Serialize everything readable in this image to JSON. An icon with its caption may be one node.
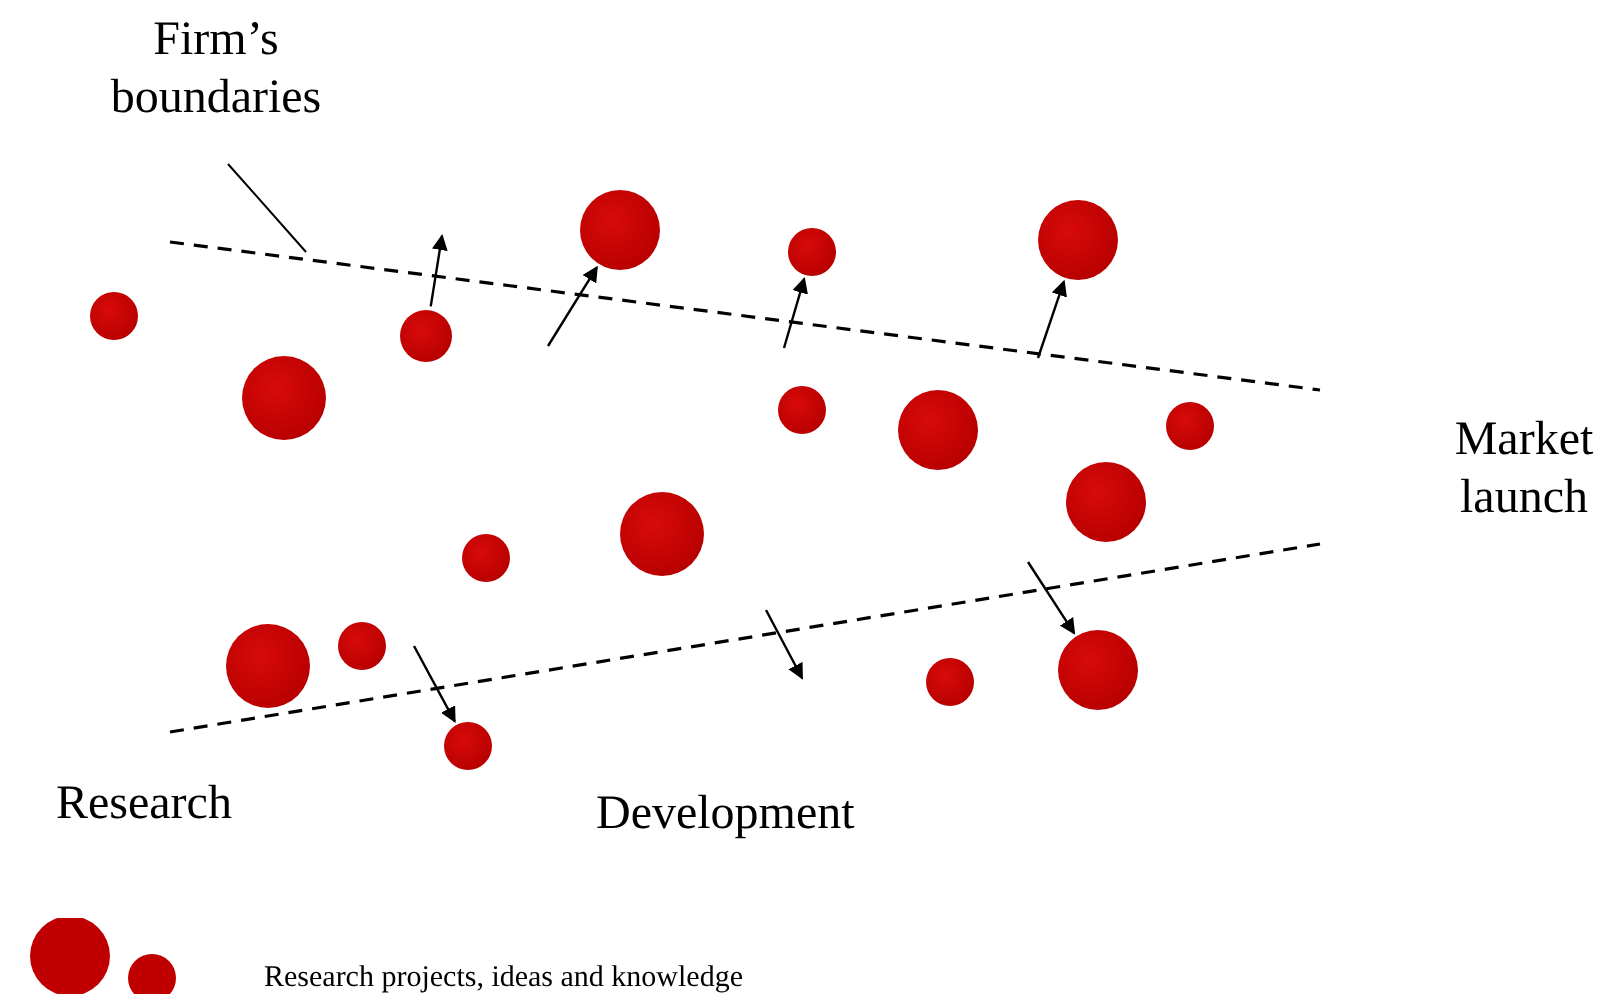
{
  "diagram": {
    "nodes": [
      {
        "text": [
          "Firm’s boundaries"
        ]
      },
      {
        "text": [],
        "shape": "circle"
      },
      {
        "text": [],
        "shape": "circle"
      },
      {
        "text": [],
        "shape": "circle"
      },
      {
        "text": [],
        "shape": "circle"
      },
      {
        "text": [],
        "shape": "circle"
      },
      {
        "text": [],
        "shape": "circle"
      },
      {
        "text": [],
        "shape": "circle"
      },
      {
        "text": [],
        "shape": "circle"
      },
      {
        "text": [],
        "shape": "circle"
      },
      {
        "text": [],
        "shape": "circle"
      },
      {
        "text": [],
        "shape": "circle"
      },
      {
        "text": [],
        "shape": "circle"
      },
      {
        "text": [],
        "shape": "circle"
      },
      {
        "text": [],
        "shape": "circle"
      },
      {
        "text": [],
        "shape": "circle"
      },
      {
        "text": [],
        "shape": "circle"
      },
      {
        "text": [],
        "shape": "circle"
      }
    ],
    "edges": [
      {
        "from": 0,
        "to": null,
        "arrow": "none"
      },
      {
        "from": 5,
        "to": null,
        "arrow": "to"
      },
      {
        "from": null,
        "to": 8,
        "arrow": "to"
      },
      {
        "from": null,
        "to": 11,
        "arrow": "to"
      },
      {
        "from": null,
        "to": 14,
        "arrow": "to"
      },
      {
        "from": null,
        "to": 6,
        "arrow": "to"
      },
      {
        "from": null,
        "to": 15,
        "arrow": "to"
      }
    ],
    "labels": [
      "Market launch",
      "Research",
      "Development"
    ],
    "legend": [
      {
        "text": "Research projects, ideas and knowledge"
      }
    ]
  }
}
